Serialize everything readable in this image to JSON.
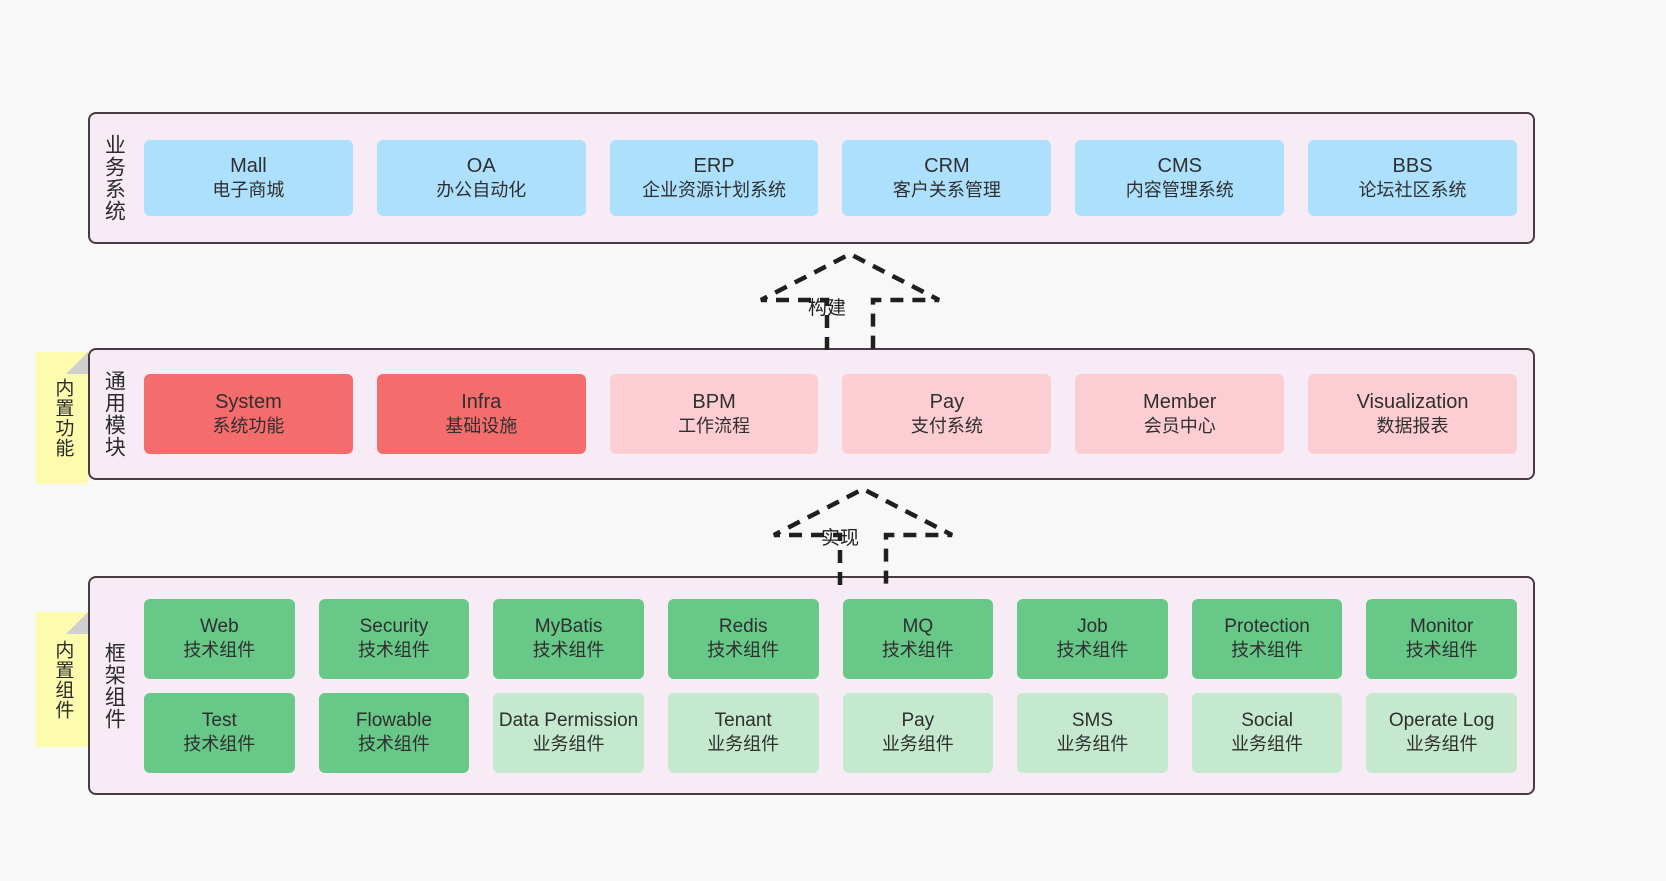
{
  "diagram": {
    "title": "Architecture Layer Diagram",
    "colors": {
      "layer_background": "#f7ecf5",
      "layer_border": "#4a3a42",
      "business_cell": "#ade0fd",
      "module_active": "#f56c6c",
      "module_inactive": "#fccdd3",
      "component_tech": "#67c887",
      "component_business": "#c5e9cf",
      "note_background": "#fdfbae",
      "canvas": "#f8f8f8"
    }
  },
  "layers": [
    {
      "id": "business",
      "title": "业务系统",
      "rows": [
        [
          {
            "en": "Mall",
            "cn": "电子商城",
            "style": "blue"
          },
          {
            "en": "OA",
            "cn": "办公自动化",
            "style": "blue"
          },
          {
            "en": "ERP",
            "cn": "企业资源计划系统",
            "style": "blue"
          },
          {
            "en": "CRM",
            "cn": "客户关系管理",
            "style": "blue"
          },
          {
            "en": "CMS",
            "cn": "内容管理系统",
            "style": "blue"
          },
          {
            "en": "BBS",
            "cn": "论坛社区系统",
            "style": "blue"
          }
        ]
      ]
    },
    {
      "id": "common",
      "title": "通用模块",
      "rows": [
        [
          {
            "en": "System",
            "cn": "系统功能",
            "style": "red"
          },
          {
            "en": "Infra",
            "cn": "基础设施",
            "style": "red"
          },
          {
            "en": "BPM",
            "cn": "工作流程",
            "style": "pink"
          },
          {
            "en": "Pay",
            "cn": "支付系统",
            "style": "pink"
          },
          {
            "en": "Member",
            "cn": "会员中心",
            "style": "pink"
          },
          {
            "en": "Visualization",
            "cn": "数据报表",
            "style": "pink"
          }
        ]
      ]
    },
    {
      "id": "framework",
      "title": "框架组件",
      "rows": [
        [
          {
            "en": "Web",
            "cn": "技术组件",
            "style": "green"
          },
          {
            "en": "Security",
            "cn": "技术组件",
            "style": "green"
          },
          {
            "en": "MyBatis",
            "cn": "技术组件",
            "style": "green"
          },
          {
            "en": "Redis",
            "cn": "技术组件",
            "style": "green"
          },
          {
            "en": "MQ",
            "cn": "技术组件",
            "style": "green"
          },
          {
            "en": "Job",
            "cn": "技术组件",
            "style": "green"
          },
          {
            "en": "Protection",
            "cn": "技术组件",
            "style": "green"
          },
          {
            "en": "Monitor",
            "cn": "技术组件",
            "style": "green"
          }
        ],
        [
          {
            "en": "Test",
            "cn": "技术组件",
            "style": "green"
          },
          {
            "en": "Flowable",
            "cn": "技术组件",
            "style": "green"
          },
          {
            "en": "Data Permission",
            "cn": "业务组件",
            "style": "lgreen"
          },
          {
            "en": "Tenant",
            "cn": "业务组件",
            "style": "lgreen"
          },
          {
            "en": "Pay",
            "cn": "业务组件",
            "style": "lgreen"
          },
          {
            "en": "SMS",
            "cn": "业务组件",
            "style": "lgreen"
          },
          {
            "en": "Social",
            "cn": "业务组件",
            "style": "lgreen"
          },
          {
            "en": "Operate Log",
            "cn": "业务组件",
            "style": "lgreen"
          }
        ]
      ]
    }
  ],
  "notes": [
    {
      "id": "functions",
      "text": "内置功能"
    },
    {
      "id": "components",
      "text": "内置组件"
    }
  ],
  "arrows": [
    {
      "id": "build",
      "label": "构建",
      "direction": "up",
      "style": "dashed-hollow"
    },
    {
      "id": "impl",
      "label": "实现",
      "direction": "up",
      "style": "dashed-hollow"
    }
  ]
}
